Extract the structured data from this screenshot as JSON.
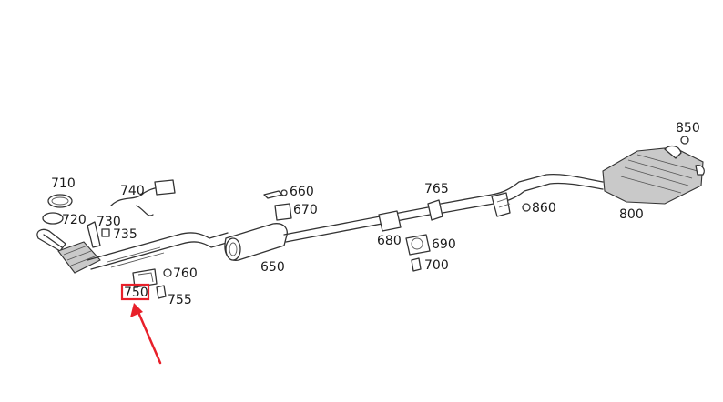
{
  "diagram": {
    "part_labels": {
      "p650": "650",
      "p660": "660",
      "p670": "670",
      "p680": "680",
      "p690": "690",
      "p700": "700",
      "p710": "710",
      "p720": "720",
      "p730": "730",
      "p735": "735",
      "p740": "740",
      "p750": "750",
      "p755": "755",
      "p760": "760",
      "p765": "765",
      "p800": "800",
      "p850": "850",
      "p860": "860"
    },
    "highlight": {
      "label": "750",
      "color": "#e8202a"
    },
    "colors": {
      "line": "#333333",
      "accent": "#e8202a"
    }
  }
}
